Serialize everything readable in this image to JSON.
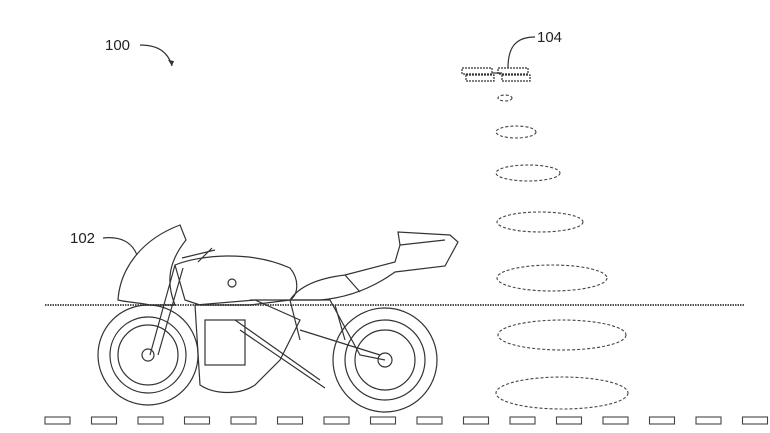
{
  "labels": {
    "system": "100",
    "vehicle": "102",
    "aerial_unit": "104"
  },
  "colors": {
    "line": "#333333",
    "background": "#ffffff"
  }
}
